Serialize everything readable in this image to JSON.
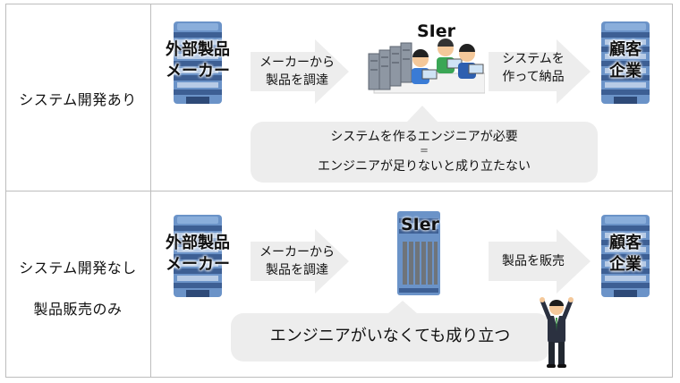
{
  "rows": [
    {
      "label": [
        "システム開発あり"
      ],
      "maker": [
        "外部製品",
        "メーカー"
      ],
      "arrow1": [
        "メーカーから",
        "製品を調達"
      ],
      "sier": "SIer",
      "arrow2": [
        "システムを",
        "作って納品"
      ],
      "customer": [
        "顧客",
        "企業"
      ],
      "callout": [
        "システムを作るエンジニアが必要",
        "＝",
        "エンジニアが足りないと成り立たない"
      ]
    },
    {
      "label": [
        "システム開発なし",
        "製品販売のみ"
      ],
      "maker": [
        "外部製品",
        "メーカー"
      ],
      "arrow1": [
        "メーカーから",
        "製品を調達"
      ],
      "sier": "SIer",
      "arrow2": [
        "製品を販売"
      ],
      "customer": [
        "顧客",
        "企業"
      ],
      "callout": [
        "エンジニアがいなくても成り立つ"
      ]
    }
  ],
  "colors": {
    "building_body": "#6b93c8",
    "building_band": "#3d5f94",
    "building_window": "#b7cbe6",
    "arrow": "#ededed",
    "callout": "#ededed",
    "border": "#bdbdbd"
  }
}
